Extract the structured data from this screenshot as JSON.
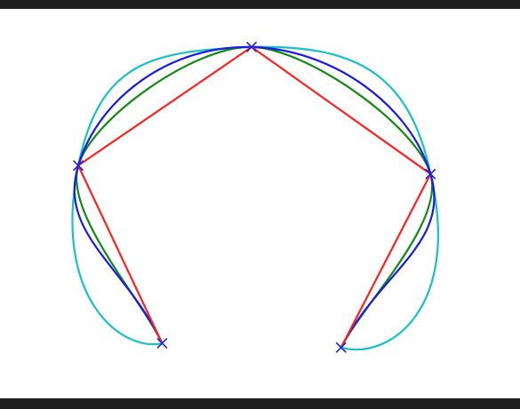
{
  "chart_data": {
    "type": "line",
    "title": "",
    "xlabel": "",
    "ylabel": "",
    "axes_visible": false,
    "grid": false,
    "legend": "none",
    "xlim": [
      0,
      10
    ],
    "ylim": [
      0,
      8
    ],
    "control_points": {
      "name": "",
      "marker": "x",
      "color": "#1f1fd4",
      "x": [
        1.7,
        0.2,
        3.3,
        6.5,
        4.9
      ],
      "y": [
        0.5,
        4.7,
        7.5,
        4.5,
        0.4
      ]
    },
    "series": [
      {
        "name": "",
        "color": "#ff2020",
        "style": "polyline",
        "x": [
          1.7,
          0.2,
          3.3,
          6.5,
          4.9
        ],
        "y": [
          0.5,
          4.7,
          7.5,
          4.5,
          0.4
        ]
      },
      {
        "name": "",
        "color": "#138a13",
        "style": "smooth",
        "x": [
          1.7,
          0.2,
          3.3,
          6.5,
          4.9
        ],
        "y": [
          0.5,
          4.7,
          7.5,
          4.5,
          0.4
        ]
      },
      {
        "name": "",
        "color": "#1a1ae6",
        "style": "smooth",
        "x": [
          1.7,
          0.2,
          3.3,
          6.5,
          4.9
        ],
        "y": [
          0.5,
          4.7,
          7.5,
          4.5,
          0.4
        ]
      },
      {
        "name": "",
        "color": "#19c2c2",
        "style": "smooth",
        "x": [
          1.7,
          0.2,
          3.3,
          6.5,
          4.9
        ],
        "y": [
          0.5,
          4.7,
          7.5,
          4.5,
          0.4
        ]
      }
    ]
  }
}
